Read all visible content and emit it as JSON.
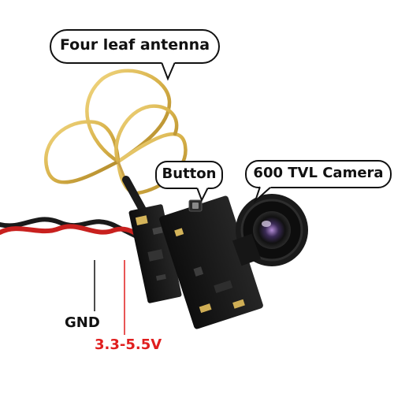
{
  "callouts": {
    "antenna": "Four leaf antenna",
    "button": "Button",
    "camera": "600 TVL Camera"
  },
  "wire_labels": {
    "gnd": "GND",
    "voltage": "3.3-5.5V"
  },
  "colors": {
    "antenna_gold": "#d8b24a",
    "wire_red": "#c8201e",
    "wire_black": "#1a1a1a",
    "pcb": "#151515",
    "voltage_text": "#e01e1e"
  }
}
